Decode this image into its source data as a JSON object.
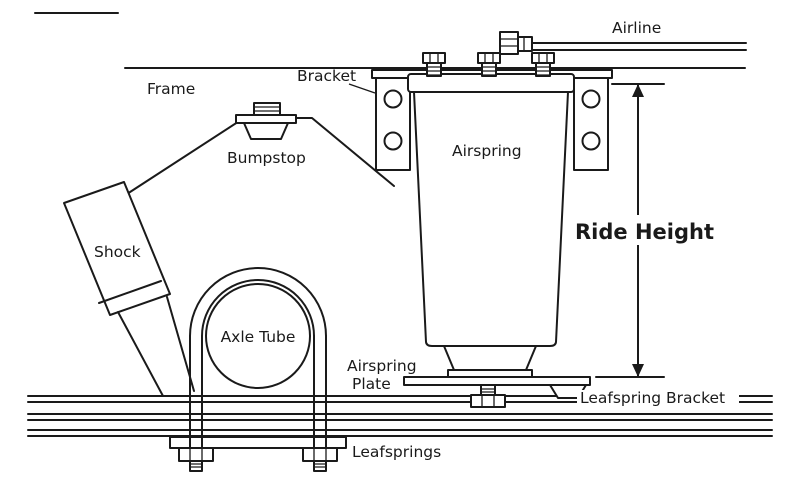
{
  "diagram": {
    "labels": {
      "airline": "Airline",
      "frame": "Frame",
      "bracket": "Bracket",
      "bumpstop": "Bumpstop",
      "airspring": "Airspring",
      "shock": "Shock",
      "axle_tube": "Axle Tube",
      "ride_height": "Ride Height",
      "airspring_plate_line1": "Airspring",
      "airspring_plate_line2": "Plate",
      "leafspring_bracket": "Leafspring Bracket",
      "leafsprings": "Leafsprings"
    },
    "colors": {
      "line": "#1a1a1a",
      "background": "#ffffff"
    }
  }
}
